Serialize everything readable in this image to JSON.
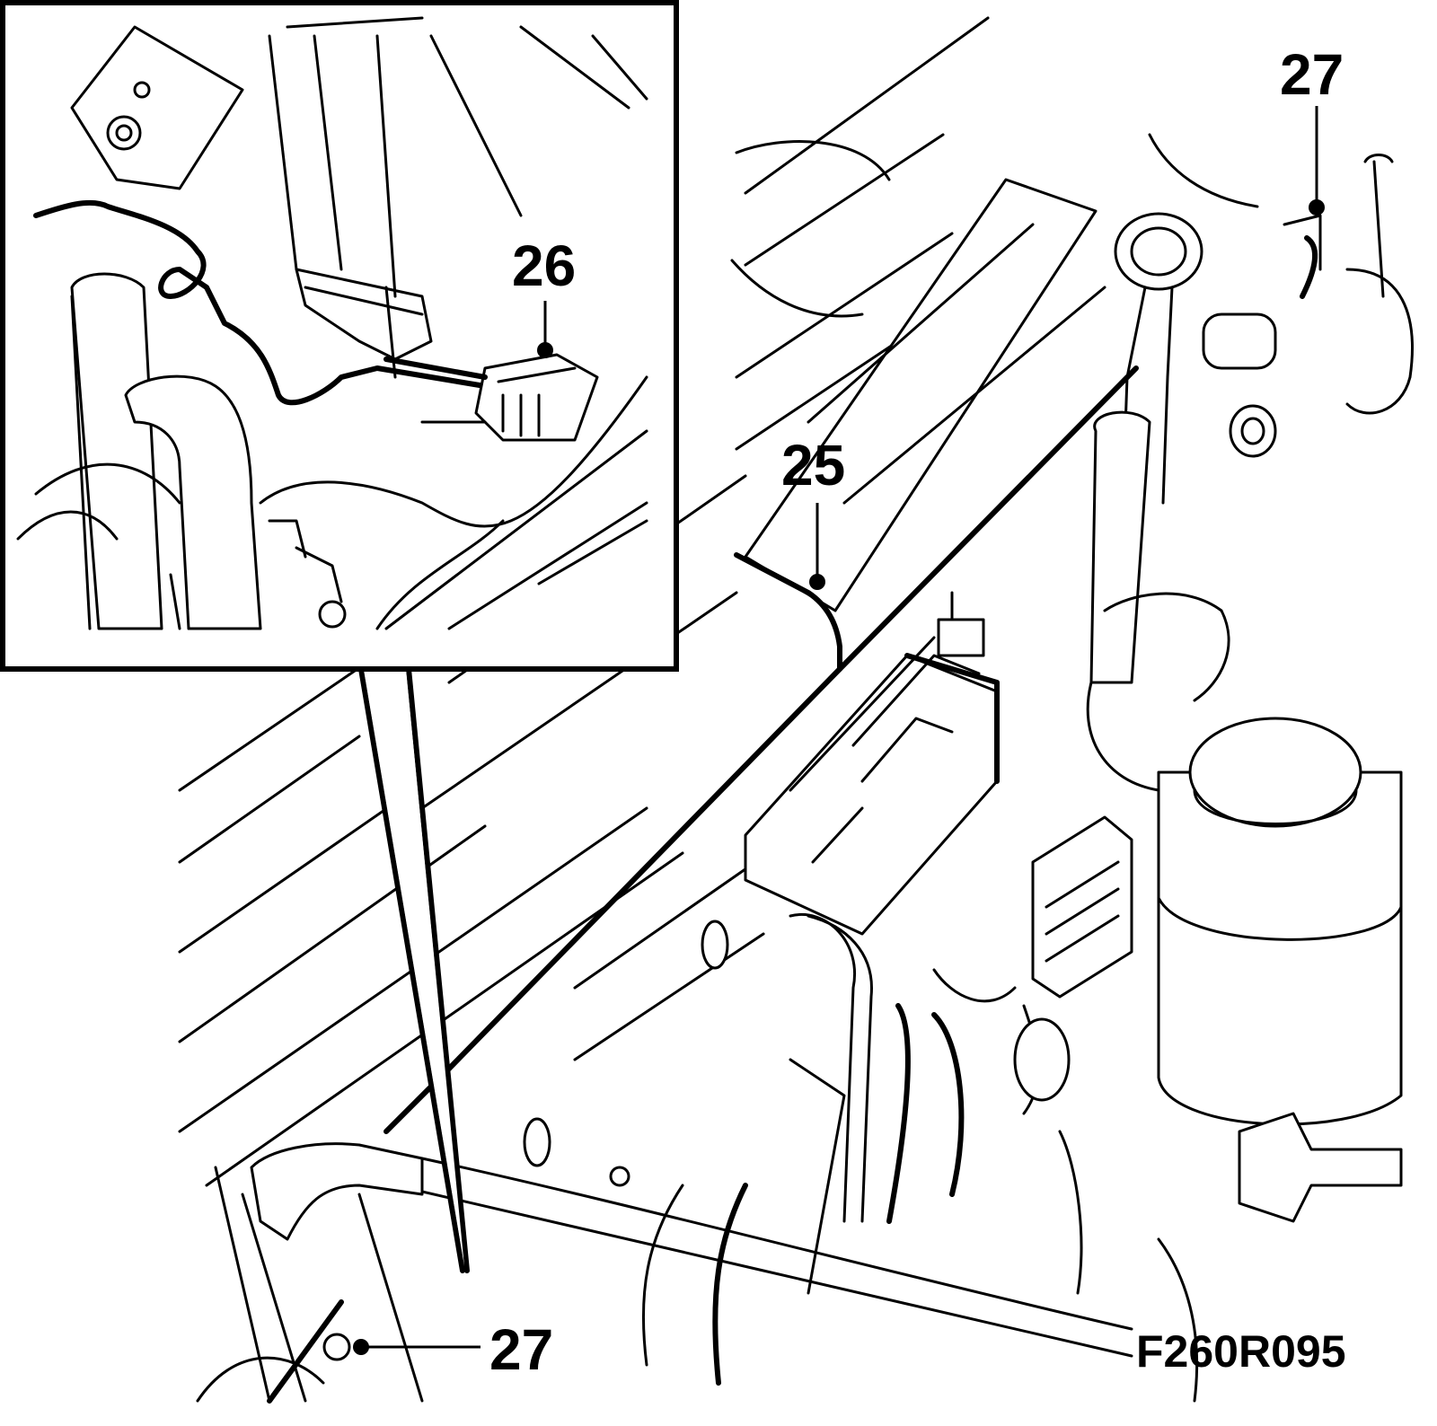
{
  "figure": {
    "reference_code": "F260R095",
    "callouts": [
      {
        "id": "c25",
        "label": "25"
      },
      {
        "id": "c26",
        "label": "26"
      },
      {
        "id": "c27_top",
        "label": "27"
      },
      {
        "id": "c27_bottom",
        "label": "27"
      }
    ]
  }
}
